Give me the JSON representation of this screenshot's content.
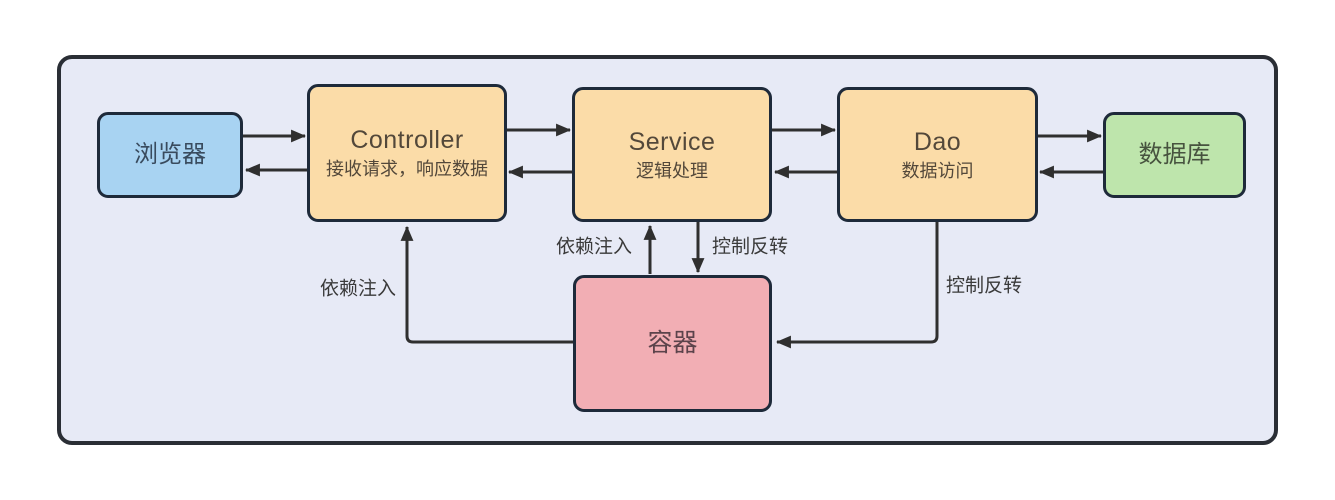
{
  "diagram": {
    "title_semantic": "spring-ioc-architecture-diagram",
    "frame": {
      "background": "#e7eaf6",
      "border_color": "#2a2e35"
    },
    "nodes": {
      "browser": {
        "label": "浏览器",
        "fill": "#a8d3f2"
      },
      "controller": {
        "title": "Controller",
        "subtitle": "接收请求，响应数据",
        "fill": "#fbdca8"
      },
      "service": {
        "title": "Service",
        "subtitle": "逻辑处理",
        "fill": "#fbdca8"
      },
      "dao": {
        "title": "Dao",
        "subtitle": "数据访问",
        "fill": "#fbdca8"
      },
      "database": {
        "label": "数据库",
        "fill": "#bee5ac"
      },
      "container": {
        "label": "容器",
        "fill": "#f2aeb4"
      }
    },
    "edge_labels": {
      "di_controller": "依赖注入",
      "di_service": "依赖注入",
      "ioc_service": "控制反转",
      "ioc_dao": "控制反转"
    },
    "edges": [
      {
        "from": "browser",
        "to": "controller"
      },
      {
        "from": "controller",
        "to": "browser"
      },
      {
        "from": "controller",
        "to": "service"
      },
      {
        "from": "service",
        "to": "controller"
      },
      {
        "from": "service",
        "to": "dao"
      },
      {
        "from": "dao",
        "to": "service"
      },
      {
        "from": "dao",
        "to": "database"
      },
      {
        "from": "database",
        "to": "dao"
      },
      {
        "from": "container",
        "to": "service",
        "label": "依赖注入"
      },
      {
        "from": "service",
        "to": "container",
        "label": "控制反转"
      },
      {
        "from": "container",
        "to": "controller",
        "label": "依赖注入"
      },
      {
        "from": "dao",
        "to": "container",
        "label": "控制反转"
      }
    ],
    "colors": {
      "node_border": "#1e2a3a",
      "arrow": "#2f2f2f",
      "text_orange_nodes": "#53483a",
      "text_browser": "#394b5e",
      "text_database": "#47533f",
      "text_container": "#5c434b",
      "edge_label_text": "#3a3a3a"
    }
  }
}
